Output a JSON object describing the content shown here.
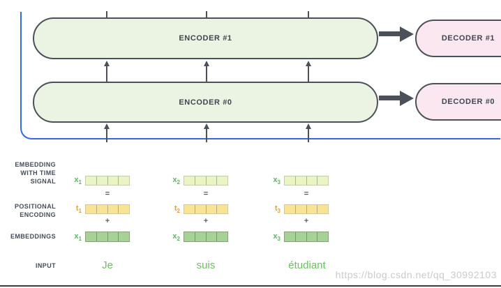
{
  "diagram": {
    "encoders": [
      {
        "label": "ENCODER #1"
      },
      {
        "label": "ENCODER #0"
      }
    ],
    "decoders": [
      {
        "label": "DECODER #1"
      },
      {
        "label": "DECODER #0"
      }
    ]
  },
  "row_labels": {
    "embedding_with_time_signal": {
      "lines": [
        "EMBEDDING",
        "WITH TIME",
        "SIGNAL"
      ]
    },
    "positional_encoding": {
      "lines": [
        "POSITIONAL",
        "ENCODING"
      ]
    },
    "embeddings": {
      "label": "EMBEDDINGS"
    },
    "input": {
      "label": "INPUT"
    }
  },
  "operators": {
    "equals": "=",
    "plus": "+"
  },
  "columns": [
    {
      "x_base": "x",
      "x_sub": "1",
      "t_base": "t",
      "t_sub": "1",
      "word": "Je",
      "cells": 4
    },
    {
      "x_base": "x",
      "x_sub": "2",
      "t_base": "t",
      "t_sub": "2",
      "word": "suis",
      "cells": 4
    },
    {
      "x_base": "x",
      "x_sub": "3",
      "t_base": "t",
      "t_sub": "3",
      "word": "étudiant",
      "cells": 4
    }
  ],
  "watermark": "https://blog.csdn.net/qq_30992103",
  "colors": {
    "encoder_fill": "#ebf3e3",
    "decoder_fill": "#fae7f0",
    "outline": "#4b5158",
    "blue_line": "#2d6ce5",
    "time_signal_fill": "#eaf5c3",
    "positional_fill": "#f8e492",
    "embedding_fill": "#a6d295",
    "word_green": "#6abf5f",
    "x_label_green": "#5cb85c",
    "t_label_orange": "#e29f3c"
  }
}
